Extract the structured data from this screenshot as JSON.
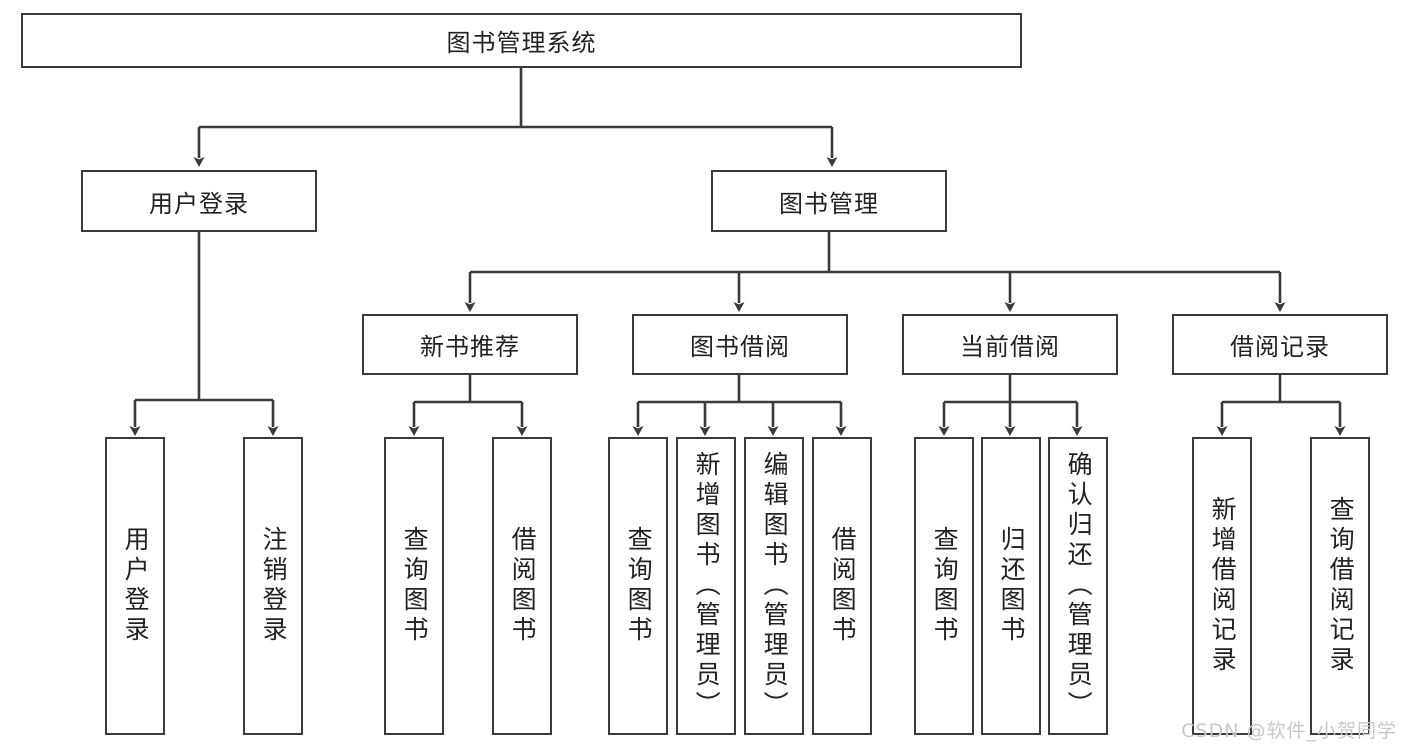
{
  "diagram": {
    "title": "图书管理系统",
    "type": "tree-hierarchy-diagram",
    "watermark": "CSDN @软件_小贺同学",
    "colors": {
      "border": "#3a3a3a",
      "background": "#ffffff",
      "text": "#222222",
      "watermark": "#c9c9c9"
    },
    "root": {
      "label": "图书管理系统"
    },
    "level2": [
      {
        "label": "用户登录"
      },
      {
        "label": "图书管理"
      }
    ],
    "level3": [
      {
        "label": "新书推荐"
      },
      {
        "label": "图书借阅"
      },
      {
        "label": "当前借阅"
      },
      {
        "label": "借阅记录"
      }
    ],
    "leaves": {
      "user_login": [
        {
          "label": "用户登录"
        },
        {
          "label": "注销登录"
        }
      ],
      "new_book_recommend": [
        {
          "label": "查询图书"
        },
        {
          "label": "借阅图书"
        }
      ],
      "book_borrow": [
        {
          "label": "查询图书"
        },
        {
          "label": "新增图书（管理员）"
        },
        {
          "label": "编辑图书（管理员）"
        },
        {
          "label": "借阅图书"
        }
      ],
      "current_borrow": [
        {
          "label": "查询图书"
        },
        {
          "label": "归还图书"
        },
        {
          "label": "确认归还（管理员）"
        }
      ],
      "borrow_record": [
        {
          "label": "新增借阅记录"
        },
        {
          "label": "查询借阅记录"
        }
      ]
    }
  }
}
